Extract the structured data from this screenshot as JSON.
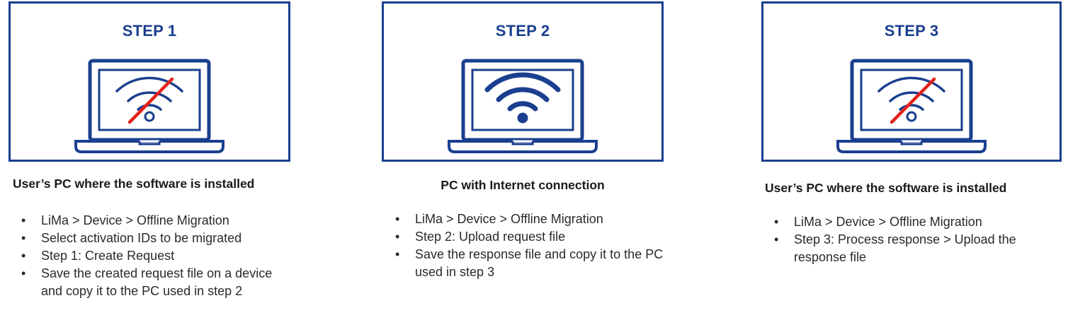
{
  "colors": {
    "primary": "#1a3f8f",
    "slash": "#e2231a",
    "text": "#2a2a2a"
  },
  "steps": [
    {
      "title": "STEP 1",
      "icon": "laptop-wifi-off-icon",
      "caption": "User’s PC where the software is installed",
      "bullets": [
        "LiMa > Device > Offline Migration",
        "Select activation IDs to be migrated",
        "Step 1: Create Request",
        "Save the created request file on a device and copy it to the PC used in step 2"
      ]
    },
    {
      "title": "STEP 2",
      "icon": "laptop-wifi-icon",
      "caption": "PC with Internet connection",
      "bullets": [
        "LiMa > Device > Offline Migration",
        "Step 2: Upload request file",
        "Save the response file and copy it to the PC used in step 3"
      ]
    },
    {
      "title": "STEP 3",
      "icon": "laptop-wifi-off-icon",
      "caption": "User’s PC where the software is installed",
      "bullets": [
        "LiMa > Device > Offline Migration",
        "Step 3: Process response > Upload the response file"
      ]
    }
  ]
}
